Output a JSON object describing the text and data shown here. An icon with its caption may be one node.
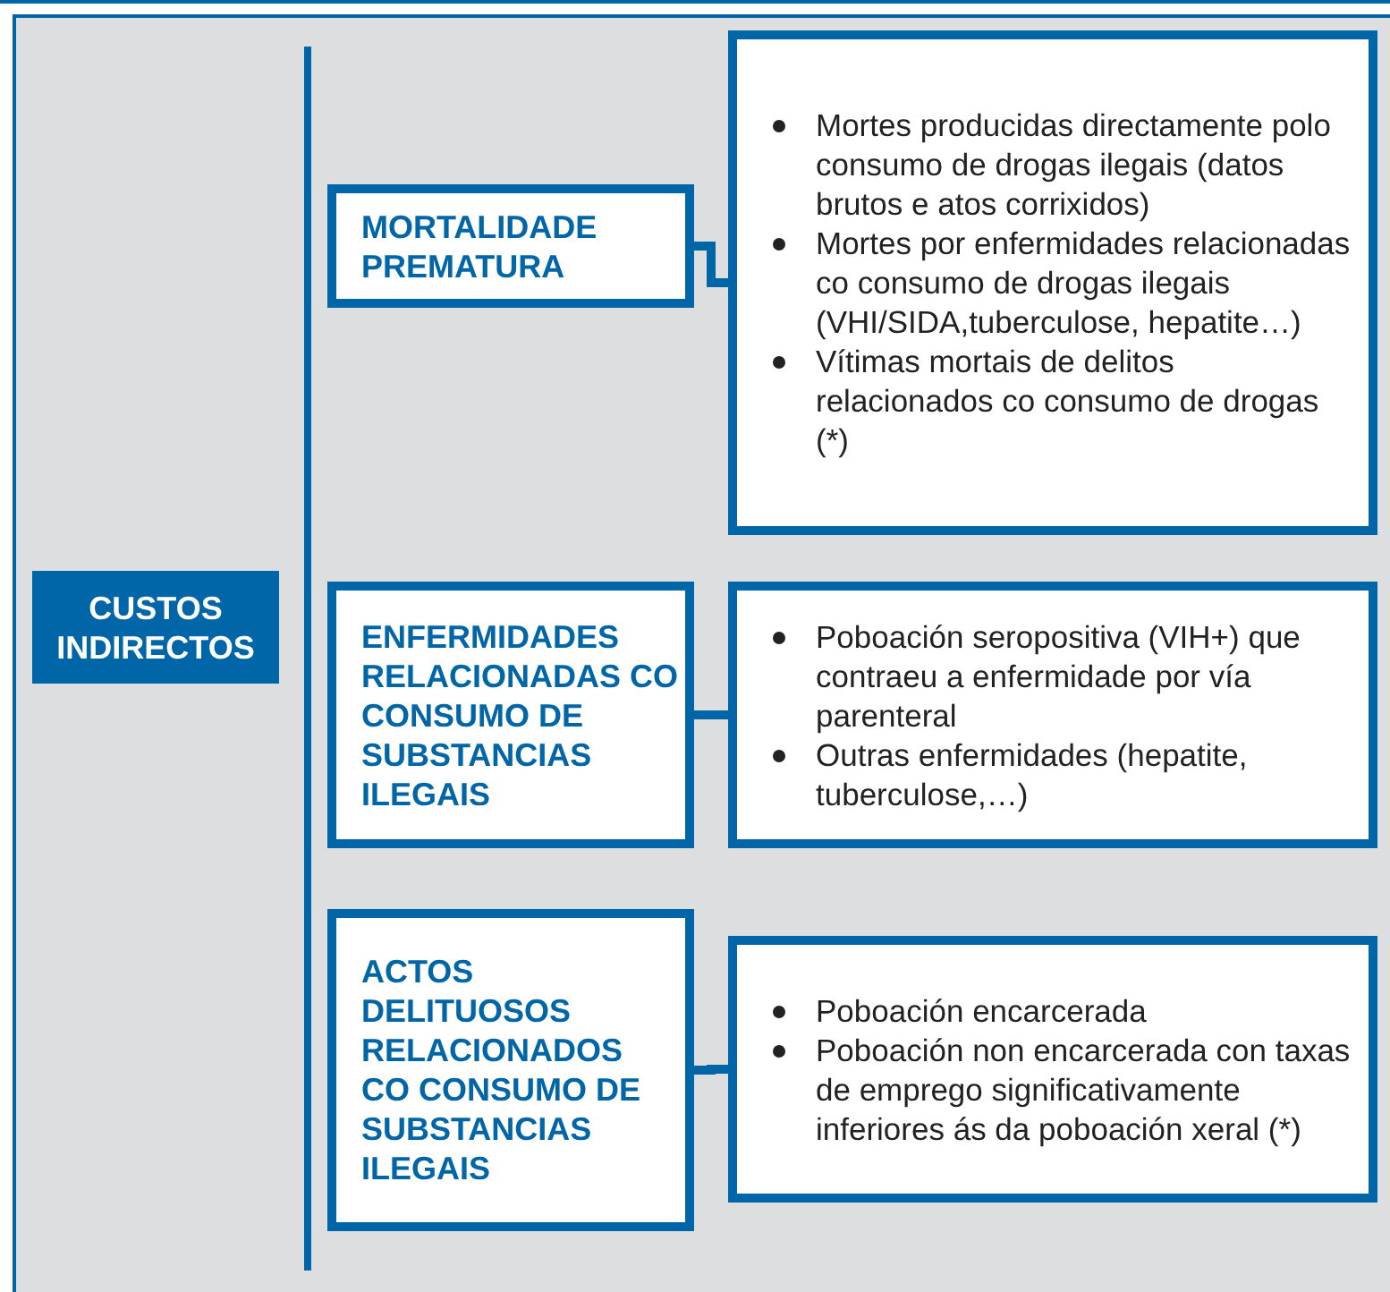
{
  "diagram": {
    "nodes": [
      {
        "text": [
          "CUSTOS INDIRECTOS"
        ]
      },
      {
        "text": [
          "MORTALIDADE PREMATURA"
        ]
      },
      {
        "text": [
          "Mortes producidas directamente polo consumo de drogas ilegais (datos brutos e atos corrixidos)",
          "Mortes por enfermidades relacionadas co consumo de drogas ilegais (VHI/SIDA,tuberculose, hepatite…)",
          "Vítimas mortais de delitos relacionados co consumo de drogas (*)"
        ]
      },
      {
        "text": [
          "ENFERMIDADES RELACIONADAS CO CONSUMO DE SUBSTANCIAS ILEGAIS"
        ]
      },
      {
        "text": [
          "Poboación seropositiva (VIH+) que contraeu a enfermidade por vía parenteral",
          "Outras enfermidades (hepatite, tuberculose,…)"
        ]
      },
      {
        "text": [
          "ACTOS DELITUOSOS RELACIONADOS CO CONSUMO DE SUBSTANCIAS ILEGAIS"
        ]
      },
      {
        "text": [
          "Poboación encarcerada",
          "Poboación non encarcerada con taxas de emprego significativamente inferiores ás da poboación xeral (*)"
        ]
      }
    ],
    "edges": [
      {
        "from": 1,
        "to": 2,
        "arrow": "none"
      },
      {
        "from": 3,
        "to": 4,
        "arrow": "none"
      },
      {
        "from": 5,
        "to": 6,
        "arrow": "none"
      }
    ]
  }
}
